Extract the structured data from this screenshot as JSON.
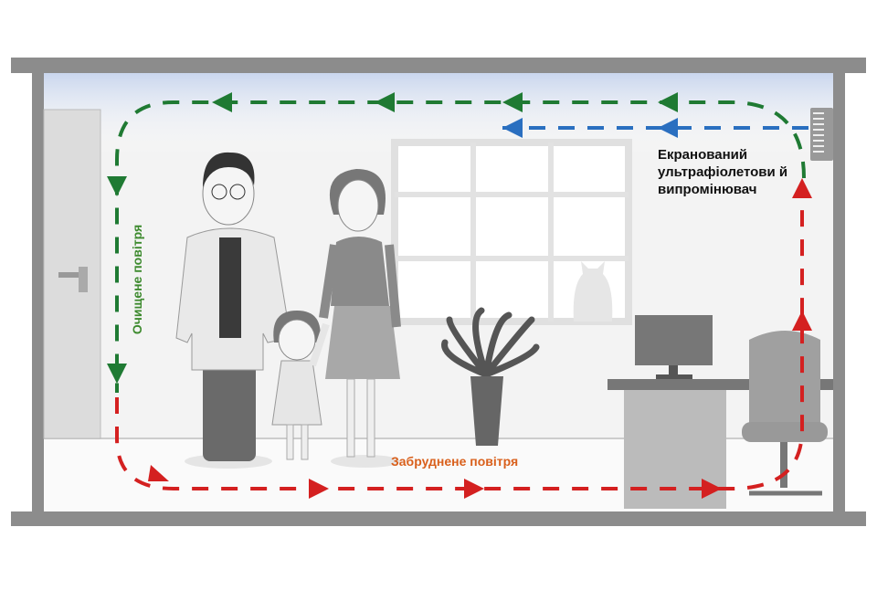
{
  "labels": {
    "uv_emitter": "Екранований ультрафіолетови й випромінювач",
    "clean_air": "Очищене повітря",
    "dirty_air": "Забруднене повітря"
  },
  "colors": {
    "clean_air": "#1f7a33",
    "dirty_air": "#d42020",
    "uv_flow": "#2a6fc0",
    "walls": "#8c8c8c",
    "clean_label": "#3d8a2e",
    "dirty_label": "#d9601c"
  },
  "icons": [
    "uv-emitter-icon",
    "door-icon",
    "window-icon",
    "man-icon",
    "woman-icon",
    "girl-icon",
    "plant-icon",
    "desk-icon",
    "monitor-icon",
    "office-chair-icon",
    "cat-icon"
  ]
}
